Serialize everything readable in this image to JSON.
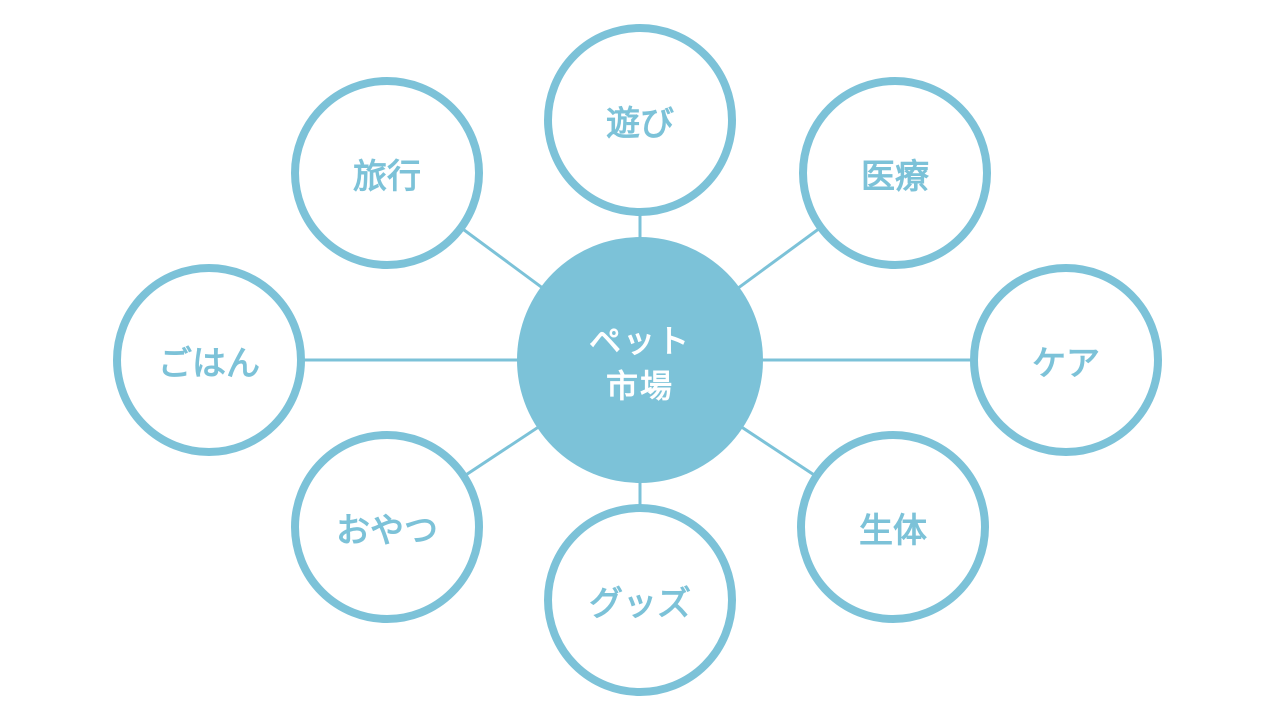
{
  "colors": {
    "accent": "#7cc2d8",
    "background": "#ffffff",
    "center_text": "#ffffff"
  },
  "diagram": {
    "center": {
      "line1": "ペット",
      "line2": "市場"
    },
    "nodes": [
      {
        "id": "asobi",
        "label": "遊び"
      },
      {
        "id": "iryou",
        "label": "医療"
      },
      {
        "id": "kea",
        "label": "ケア"
      },
      {
        "id": "seitai",
        "label": "生体"
      },
      {
        "id": "guzzu",
        "label": "グッズ"
      },
      {
        "id": "oyatsu",
        "label": "おやつ"
      },
      {
        "id": "gohan",
        "label": "ごはん"
      },
      {
        "id": "ryokou",
        "label": "旅行"
      }
    ]
  }
}
